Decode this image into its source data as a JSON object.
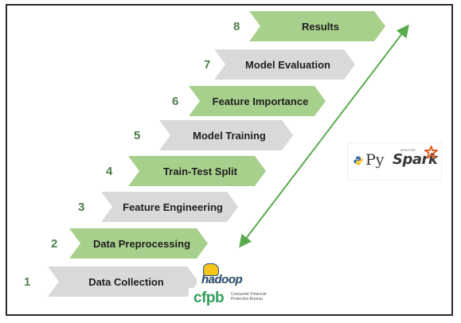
{
  "steps": [
    {
      "number": "1",
      "label": "Data Collection",
      "style": "gray"
    },
    {
      "number": "2",
      "label": "Data Preprocessing",
      "style": "green"
    },
    {
      "number": "3",
      "label": "Feature Engineering",
      "style": "gray"
    },
    {
      "number": "4",
      "label": "Train-Test Split",
      "style": "green"
    },
    {
      "number": "5",
      "label": "Model Training",
      "style": "gray"
    },
    {
      "number": "6",
      "label": "Feature Importance",
      "style": "green"
    },
    {
      "number": "7",
      "label": "Model Evaluation",
      "style": "gray"
    },
    {
      "number": "8",
      "label": "Results",
      "style": "green"
    }
  ],
  "logos": {
    "hadoop": {
      "text": "hadoop",
      "icon": "hadoop-elephant-icon"
    },
    "cfpb": {
      "text": "cfpb",
      "subtitle": "Consumer Financial Protection Bureau"
    },
    "pyspark": {
      "py": "Py",
      "spark": "Spark",
      "apache": "APACHE",
      "icon": "python-icon"
    }
  },
  "colors": {
    "green": "#a8d08d",
    "gray": "#d9d9d9",
    "number": "#4f7f4f",
    "arrow": "#5aaa4e",
    "frame": "#2b2b2b"
  }
}
